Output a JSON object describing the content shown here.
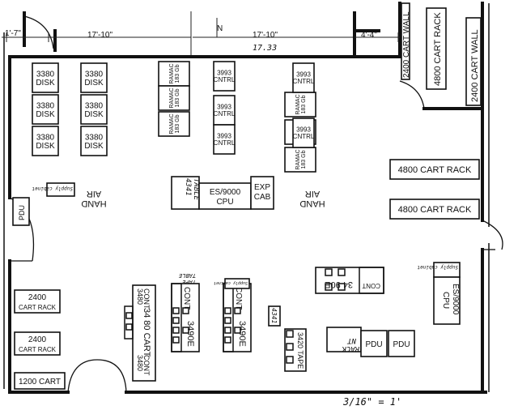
{
  "dimensions": {
    "left_corner": "1'-7\"",
    "span_a": "17'-10\"",
    "span_b": "17'-10\"",
    "span_b_alt": "17.33",
    "right_span": "4'-4\"",
    "north_mark": "N"
  },
  "scale_note": "3/16\" = 1'",
  "equipment": {
    "disk": "3380\nDISK",
    "ramac": "RAMAC\n183 Gb",
    "cntrl": "3993\nCNTRL",
    "cart_wall": "2400 CART WALL",
    "cart_rack_4800": "4800 CART RACK",
    "cart_rack_2400": "2400\nCART RACK",
    "cart_1200": "1200 CART",
    "pdu": "PDU",
    "air_hand": "AIR\nHAND",
    "supply_cabinet": "Supply\ncabinet",
    "table_4341": "4341\nTABLE",
    "cpu_9000": "ES/9000\nCPU",
    "exp_cab": "EXP\nCAB",
    "tape_table": "TAPE\nTABLE",
    "cont_3490e": "3490E",
    "cont": "CONT",
    "cart_3480": "3480\nCART",
    "cont_3480": "3480\nCONT",
    "tape_3420": "3420 TAPE",
    "rack_nt": "NT\nRACK",
    "tape_3490e_side": "34 90E"
  }
}
